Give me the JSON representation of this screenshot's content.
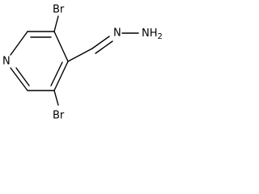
{
  "molecule": {
    "atoms": {
      "br_top": "Br",
      "br_bottom": "Br",
      "n_ring": "N",
      "n_imine": "N",
      "nh2_n": "NH",
      "nh2_sub": "2"
    }
  }
}
